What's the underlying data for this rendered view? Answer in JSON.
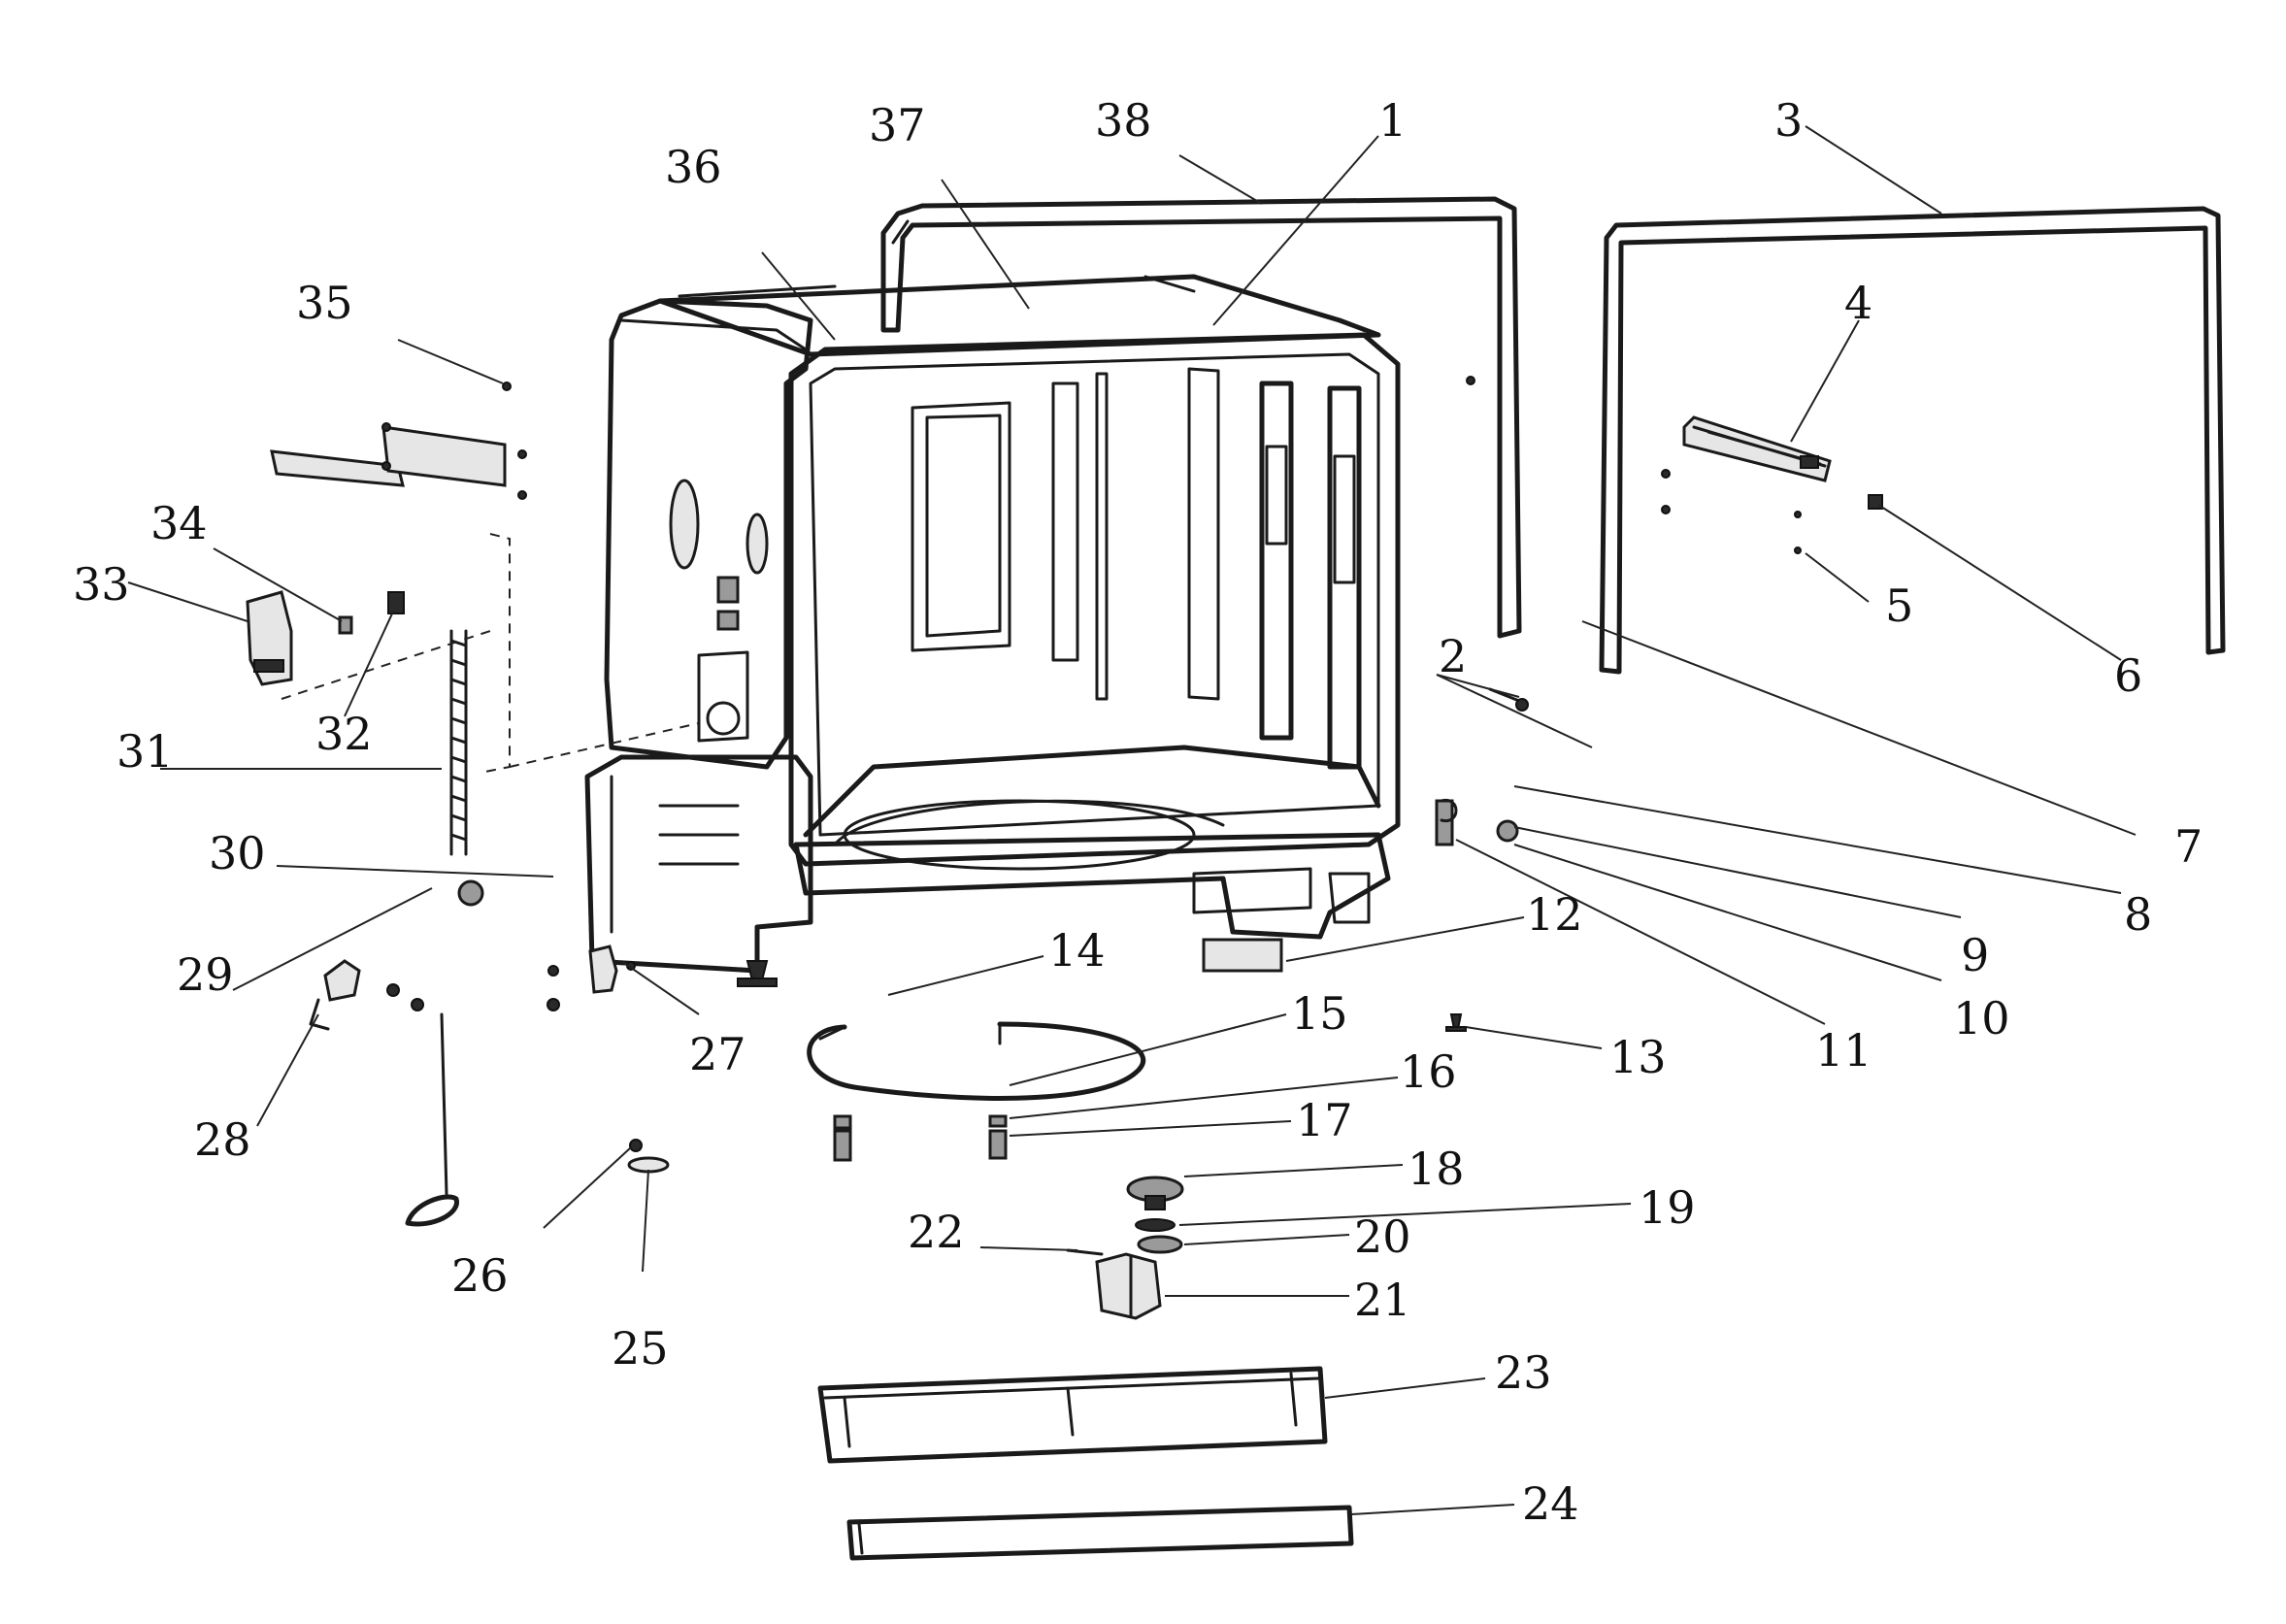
{
  "diagram": {
    "callouts": [
      {
        "id": "1",
        "label": "1"
      },
      {
        "id": "2",
        "label": "2"
      },
      {
        "id": "3",
        "label": "3"
      },
      {
        "id": "4",
        "label": "4"
      },
      {
        "id": "5",
        "label": "5"
      },
      {
        "id": "6",
        "label": "6"
      },
      {
        "id": "7",
        "label": "7"
      },
      {
        "id": "8",
        "label": "8"
      },
      {
        "id": "9",
        "label": "9"
      },
      {
        "id": "10",
        "label": "10"
      },
      {
        "id": "11",
        "label": "11"
      },
      {
        "id": "12",
        "label": "12"
      },
      {
        "id": "13",
        "label": "13"
      },
      {
        "id": "14",
        "label": "14"
      },
      {
        "id": "15",
        "label": "15"
      },
      {
        "id": "16",
        "label": "16"
      },
      {
        "id": "17",
        "label": "17"
      },
      {
        "id": "18",
        "label": "18"
      },
      {
        "id": "19",
        "label": "19"
      },
      {
        "id": "20",
        "label": "20"
      },
      {
        "id": "21",
        "label": "21"
      },
      {
        "id": "22",
        "label": "22"
      },
      {
        "id": "23",
        "label": "23"
      },
      {
        "id": "24",
        "label": "24"
      },
      {
        "id": "25",
        "label": "25"
      },
      {
        "id": "26",
        "label": "26"
      },
      {
        "id": "27",
        "label": "27"
      },
      {
        "id": "28",
        "label": "28"
      },
      {
        "id": "29",
        "label": "29"
      },
      {
        "id": "30",
        "label": "30"
      },
      {
        "id": "31",
        "label": "31"
      },
      {
        "id": "32",
        "label": "32"
      },
      {
        "id": "33",
        "label": "33"
      },
      {
        "id": "34",
        "label": "34"
      },
      {
        "id": "35",
        "label": "35"
      },
      {
        "id": "36",
        "label": "36"
      },
      {
        "id": "37",
        "label": "37"
      },
      {
        "id": "38",
        "label": "38"
      }
    ]
  }
}
